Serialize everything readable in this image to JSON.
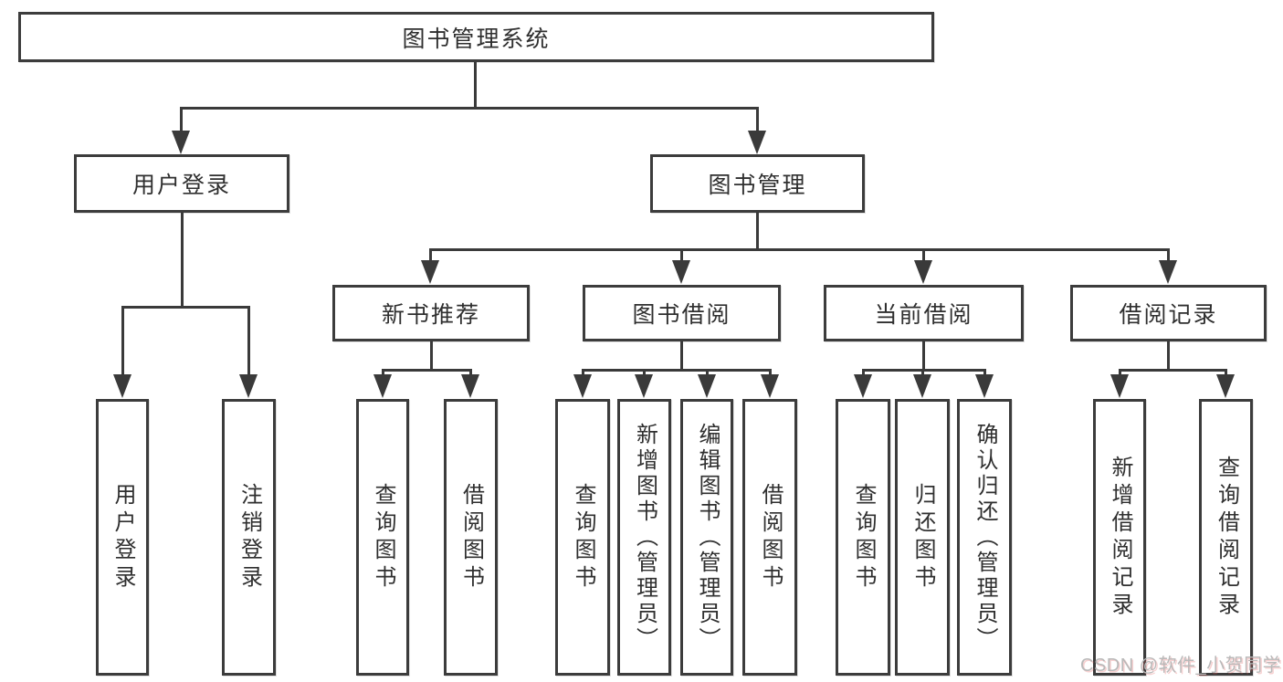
{
  "diagram": {
    "title": "图书管理系统",
    "level2": [
      {
        "label": "用户登录"
      },
      {
        "label": "图书管理"
      }
    ],
    "level3": [
      {
        "label": "新书推荐"
      },
      {
        "label": "图书借阅"
      },
      {
        "label": "当前借阅"
      },
      {
        "label": "借阅记录"
      }
    ],
    "leaves": {
      "user": [
        "用户登录",
        "注销登录"
      ],
      "newbook": [
        "查询图书",
        "借阅图书"
      ],
      "borrow": [
        "查询图书",
        "新增图书（管理员）",
        "编辑图书（管理员）",
        "借阅图书"
      ],
      "current": [
        "查询图书",
        "归还图书",
        "确认归还（管理员）"
      ],
      "records": [
        "新增借阅记录",
        "查询借阅记录"
      ]
    },
    "watermark": "CSDN @软件_小贺同学",
    "colors": {
      "line": "#3a3a3a",
      "text": "#2f2f2f",
      "watermark": "#b9b9b9"
    }
  }
}
